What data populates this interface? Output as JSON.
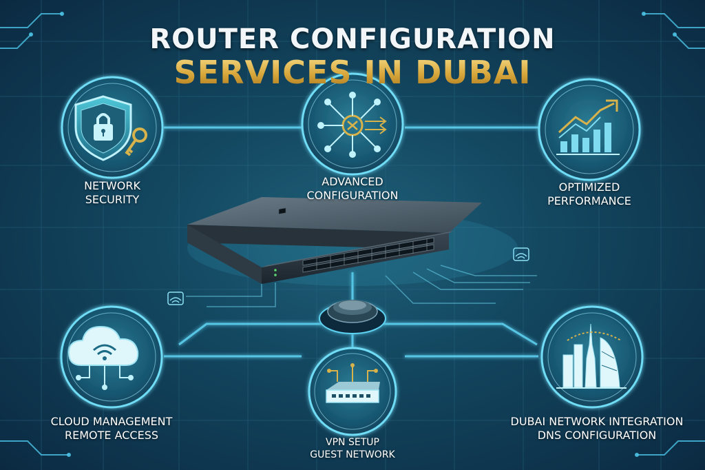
{
  "title": {
    "line1": "ROUTER CONFIGURATION",
    "line2": "SERVICES IN DUBAI"
  },
  "colors": {
    "accent_cyan": "#5fd3f3",
    "gold": "#d8a73b",
    "icon_teal": "#3fb6c8"
  },
  "features": [
    {
      "icon": "shield-lock-key-icon",
      "lines": [
        "NETWORK",
        "SECURITY"
      ]
    },
    {
      "icon": "network-hub-icon",
      "lines": [
        "ADVANCED",
        "CONFIGURATION"
      ]
    },
    {
      "icon": "performance-chart-icon",
      "lines": [
        "OPTIMIZED",
        "PERFORMANCE"
      ]
    },
    {
      "icon": "cloud-wifi-icon",
      "lines": [
        "CLOUD MANAGEMENT",
        "REMOTE ACCESS"
      ]
    },
    {
      "icon": "router-device-icon",
      "lines": [
        "VPN SETUP",
        "GUEST NETWORK"
      ]
    },
    {
      "icon": "dubai-skyline-icon",
      "lines": [
        "DUBAI NETWORK INTEGRATION",
        "DNS CONFIGURATION"
      ]
    }
  ]
}
